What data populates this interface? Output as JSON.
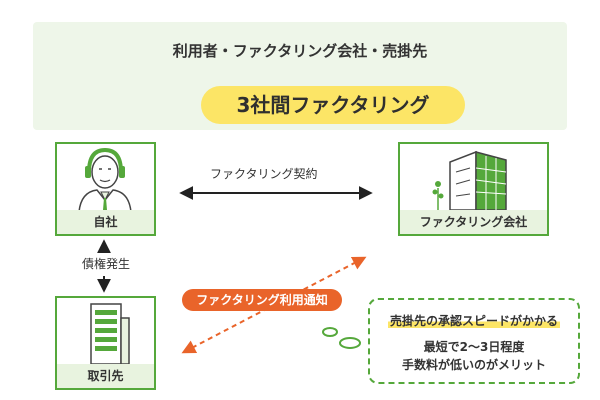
{
  "header": {
    "subtitle": "利用者・ファクタリング会社・売掛先",
    "title": "3社間ファクタリング"
  },
  "entities": {
    "self": "自社",
    "factoring_company": "ファクタリング会社",
    "buyer": "取引先"
  },
  "relations": {
    "contract": "ファクタリング契約",
    "claim": "債権発生",
    "notice": "ファクタリング利用通知"
  },
  "callout": {
    "line1": "売掛先の承認スピードがかかる",
    "line2": "最短で2〜3日程度",
    "line3": "手数料が低いのがメリット"
  },
  "colors": {
    "accent_green": "#55a83b",
    "panel_green": "#eef6e9",
    "highlight_yellow": "#fce566",
    "notice_orange": "#e9642a"
  }
}
